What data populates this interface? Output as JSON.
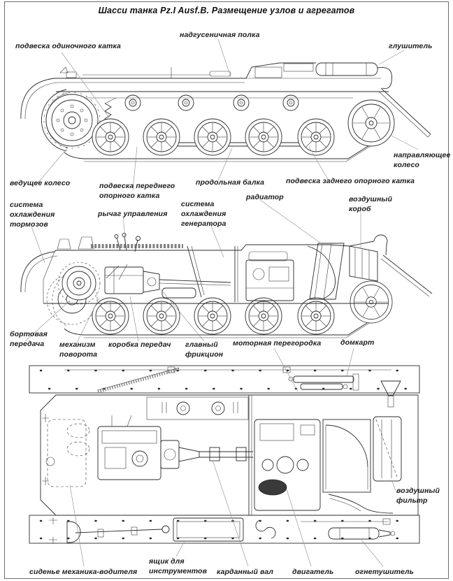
{
  "title": "Шасси танка Pz.I Ausf.B. Размещение узлов и агрегатов",
  "diagram1": {
    "labels": {
      "track_shelf": "надгусеничная полка",
      "single_roadwheel_suspension": "подвеска одиночного катка",
      "muffler": "глушитель",
      "idler_wheel": "направляющее\nколесо"
    }
  },
  "diagram2": {
    "labels_top": {
      "drive_wheel": "ведущее колесо",
      "front_roadwheel_suspension": "подвеска переднего\nопорного катка",
      "longitudinal_beam": "продольная балка",
      "rear_roadwheel_suspension": "подвеска заднего опорного катка",
      "radiator": "радиатор",
      "air_box": "воздушный\nкороб",
      "brake_cooling_system": "система\nохлаждения\nтормозов",
      "control_lever": "рычаг управления",
      "generator_cooling_system": "система\nохлаждения\nгенератора"
    },
    "labels_bottom": {
      "final_drive": "бортовая\nпередача",
      "turning_mechanism": "механизм\nповорота",
      "gearbox": "коробка передач",
      "main_clutch": "главный\nфрикцион",
      "engine_bulkhead": "моторная перегородка",
      "jack": "домкарт"
    }
  },
  "diagram3": {
    "labels": {
      "air_filter": "воздушный\nфильтр",
      "driver_seat": "сиденье механика-водителя",
      "tool_box": "ящик для\nинструментов",
      "cardan_shaft": "карданный вал",
      "engine": "двигатель",
      "fire_extinguisher": "огнетушитель"
    }
  }
}
